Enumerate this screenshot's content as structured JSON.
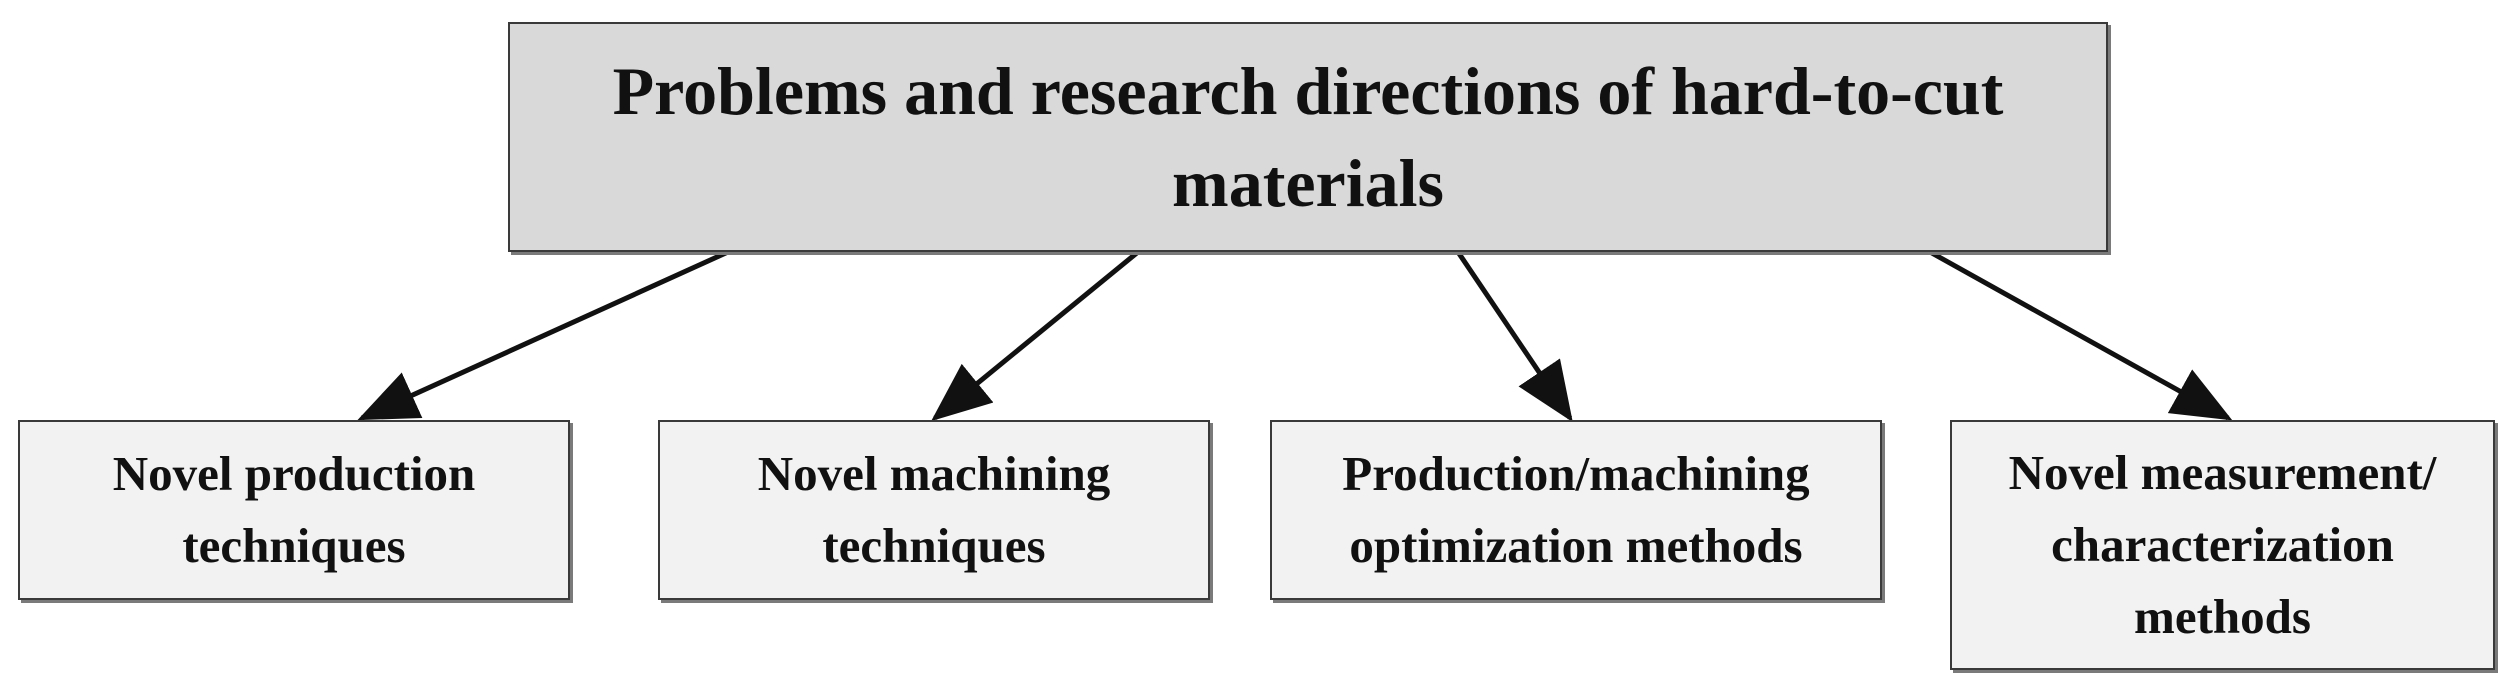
{
  "diagram": {
    "root": {
      "label": "Problems and research directions of hard-to-cut materials"
    },
    "children": [
      {
        "label": "Novel production techniques"
      },
      {
        "label": "Novel machining techniques"
      },
      {
        "label": "Production/machining optimization methods"
      },
      {
        "label": "Novel measurement/ characterization methods"
      }
    ]
  }
}
